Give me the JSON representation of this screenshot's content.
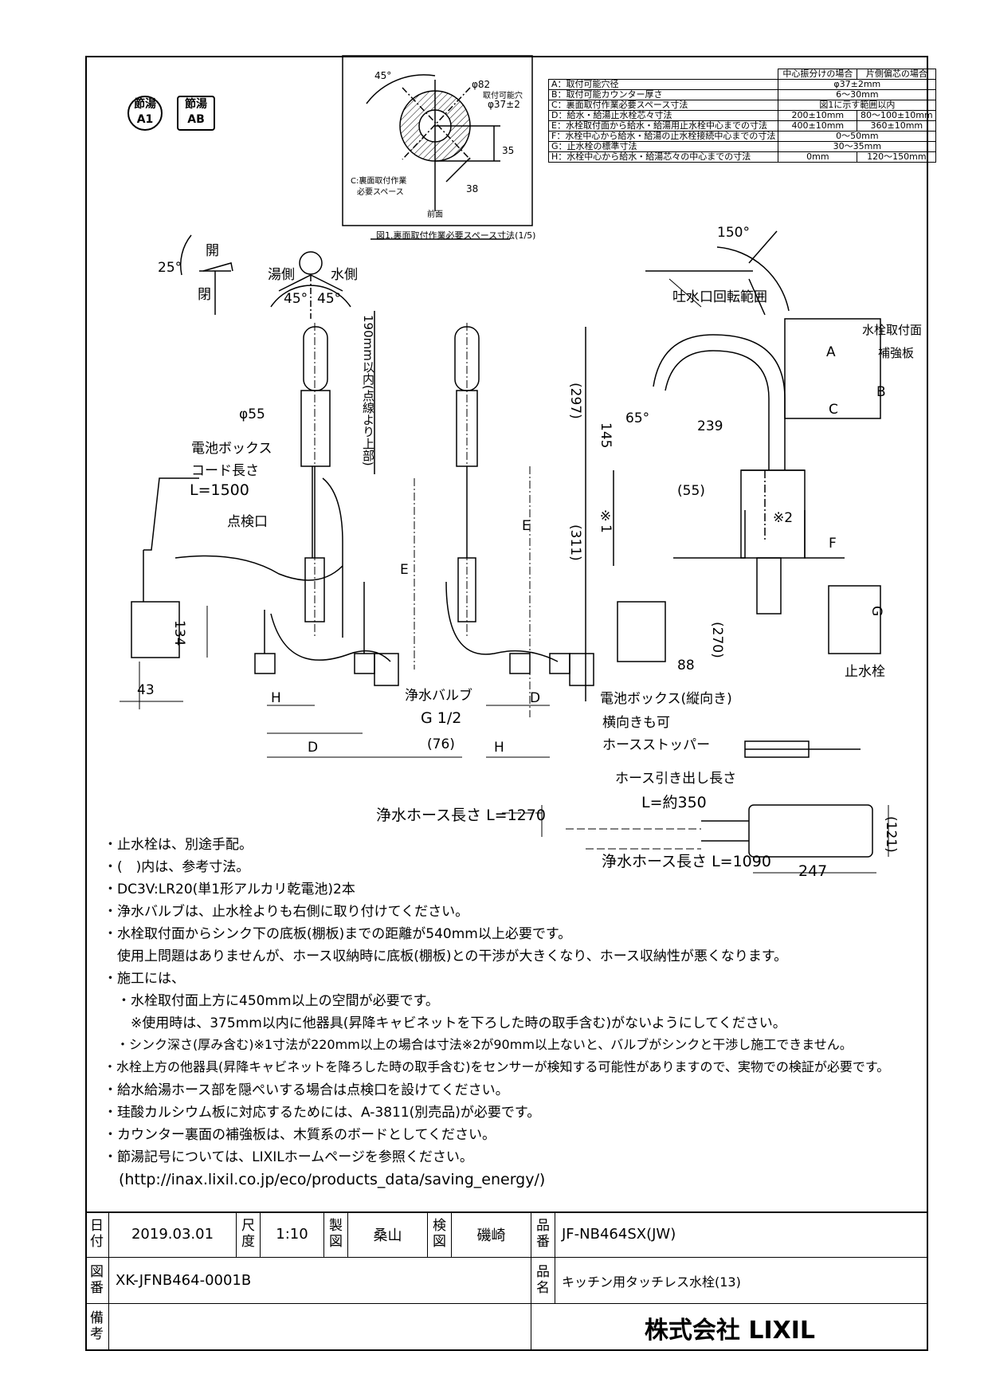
{
  "badges": [
    {
      "top": "節湯",
      "bottom": "A1"
    },
    {
      "top": "節湯",
      "bottom": "AB"
    }
  ],
  "figure1": {
    "caption": "図1.裏面取付作業必要スペース寸法(1/5)",
    "angle": "45°",
    "dia82": "φ82",
    "hole_label": "取付可能穴",
    "hole_dia": "φ37±2",
    "d35": "35",
    "d38": "38",
    "space_label_1": "C:裏面取付作業",
    "space_label_2": "必要スペース",
    "front": "前面"
  },
  "spec_table": {
    "headers": [
      "",
      "中心振分けの場合",
      "片側偏芯の場合"
    ],
    "rows": [
      {
        "label": "A：取付可能穴径",
        "center": "φ37±2mm",
        "offset": ""
      },
      {
        "label": "B：取付可能カウンター厚さ",
        "center": "6〜30mm",
        "offset": ""
      },
      {
        "label": "C：裏面取付作業必要スペース寸法",
        "center": "図1に示す範囲以内",
        "offset": ""
      },
      {
        "label": "D：給水・給湯止水栓芯々寸法",
        "center": "200±10mm",
        "offset": "80〜100±10mm"
      },
      {
        "label": "E：水栓取付面から給水・給湯用止水栓中心までの寸法",
        "center": "400±10mm",
        "offset": "360±10mm"
      },
      {
        "label": "F：水栓中心から給水・給湯の止水栓接続中心までの寸法",
        "center": "0〜50mm",
        "offset": ""
      },
      {
        "label": "G：止水栓の標準寸法",
        "center": "30〜35mm",
        "offset": ""
      },
      {
        "label": "H：水栓中心から給水・給湯芯々の中心までの寸法",
        "center": "0mm",
        "offset": "120〜150mm"
      }
    ]
  },
  "labels": {
    "open": "開",
    "close": "閉",
    "angle25": "25°",
    "hot_side": "湯側",
    "cold_side": "水側",
    "a45l": "45°",
    "a45r": "45°",
    "d190": "190mm以内(点線より上部)",
    "d55": "φ55",
    "battery_box": "電池ボックス",
    "cord_len": "コード長さ",
    "cord_L": "L=1500",
    "inspection": "点検口",
    "d134": "134",
    "d43": "43",
    "H1": "H",
    "D1": "D",
    "E1": "E",
    "E2": "E",
    "D2": "D",
    "H2": "H",
    "filter_valve": "浄水バルブ",
    "g12": "G 1/2",
    "d76": "(76)",
    "spout_range": "吐水口回転範囲",
    "a150": "150°",
    "mount_face": "水栓取付面",
    "reinforce": "補強板",
    "A": "A",
    "B": "B",
    "C": "C",
    "d297": "(297)",
    "d145": "145",
    "d239": "239",
    "a65": "65°",
    "d55b": "(55)",
    "d311": "(311)",
    "s1": "※1",
    "s2": "※2",
    "F": "F",
    "d270": "(270)",
    "d88": "88",
    "G": "G",
    "stop_valve": "止水栓",
    "box_vertical": "電池ボックス(縦向き)",
    "box_horizontal": "横向きも可",
    "hose_stopper": "ホースストッパー",
    "hose_pull": "ホース引き出し長さ",
    "hose_pull_L": "L=約350",
    "hose_1270": "浄水ホース長さ L=1270",
    "hose_1090": "浄水ホース長さ L=1090",
    "d247": "247",
    "d121": "(121)"
  },
  "notes": [
    "・止水栓は、別途手配。",
    "・(　)内は、参考寸法。",
    "・DC3V:LR20(単1形アルカリ乾電池)2本",
    "・浄水バルブは、止水栓よりも右側に取り付けてください。",
    "・水栓取付面からシンク下の底板(棚板)までの距離が540mm以上必要です。",
    "　使用上問題はありませんが、ホース収納時に底板(棚板)との干渉が大きくなり、ホース収納性が悪くなります。",
    "・施工には、",
    "　・水栓取付面上方に450mm以上の空間が必要です。",
    "　　※使用時は、375mm以内に他器具(昇降キャビネットを下ろした時の取手含む)がないようにしてください。",
    "　・シンク深さ(厚み含む)※1寸法が220mm以上の場合は寸法※2が90mm以上ないと、バルブがシンクと干渉し施工できません。",
    "・水栓上方の他器具(昇降キャビネットを降ろした時の取手含む)をセンサーが検知する可能性がありますので、実物での検証が必要です。",
    "・給水給湯ホース部を隠ぺいする場合は点検口を設けてください。",
    "・珪酸カルシウム板に対応するためには、A-3811(別売品)が必要です。",
    "・カウンター裏面の補強板は、木質系のボードとしてください。",
    "・節湯記号については、LIXILホームページを参照ください。",
    "　(http://inax.lixil.co.jp/eco/products_data/saving_energy/)"
  ],
  "title_block": {
    "date_label": "日付",
    "date": "2019.03.01",
    "scale_label": "尺度",
    "scale": "1:10",
    "drawn_label": "製図",
    "drawn": "桑山",
    "checked_label": "検図",
    "checked": "磯崎",
    "part_label": "品番",
    "part": "JF-NB464SX(JW)",
    "drawing_label": "図番",
    "drawing": "XK-JFNB464-0001B",
    "name_label": "品名",
    "name": "キッチン用タッチレス水栓(13)",
    "remarks_label": "備考",
    "company": "株式会社 LIXIL"
  }
}
